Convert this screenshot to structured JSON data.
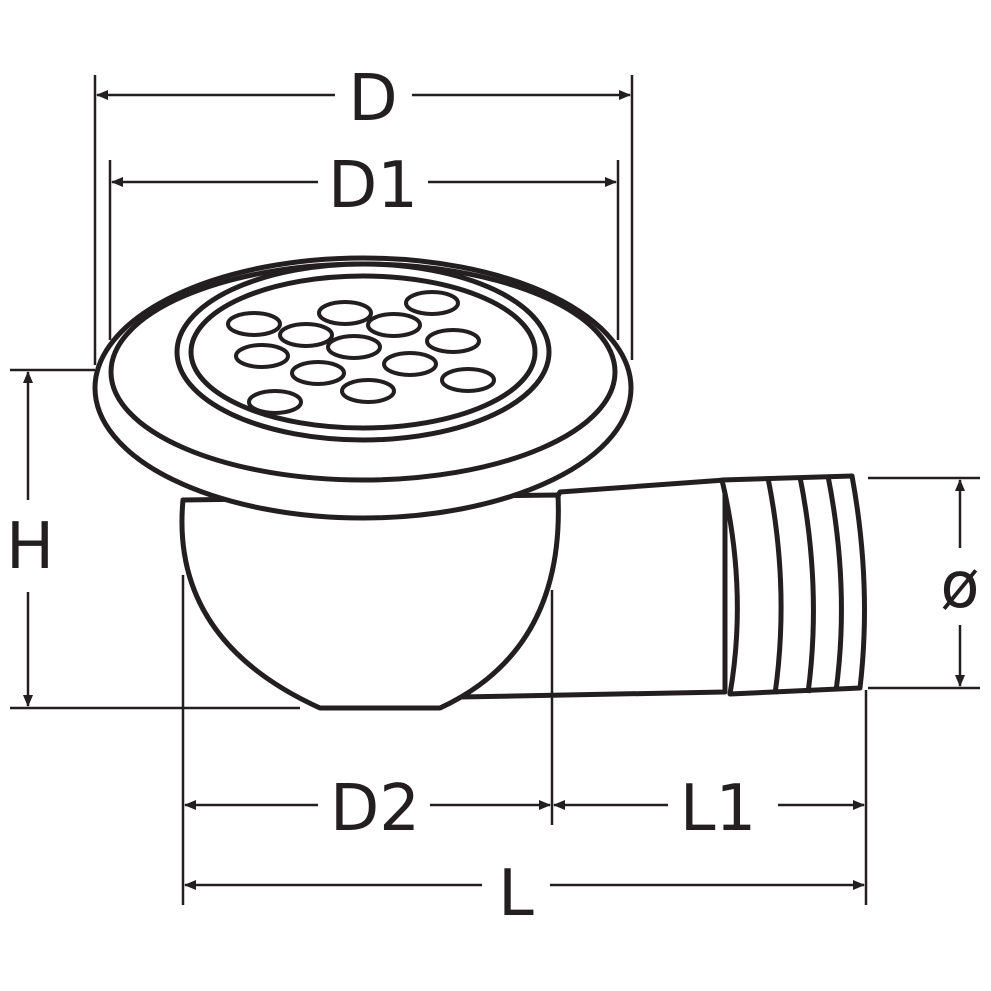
{
  "diagram": {
    "dimensions": {
      "D": "D",
      "D1": "D1",
      "H": "H",
      "diameter": "ø",
      "D2": "D2",
      "L1": "L1",
      "L": "L"
    },
    "colors": {
      "line": "#231f20",
      "background": "#ffffff"
    }
  }
}
